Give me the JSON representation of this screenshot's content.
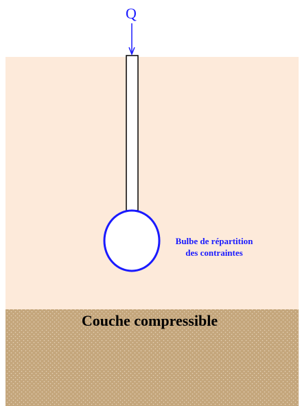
{
  "diagram": {
    "load_label": "Q",
    "bulb_label_line1": "Bulbe de répartition",
    "bulb_label_line2": "des contraintes",
    "layer_label": "Couche compressible"
  },
  "colors": {
    "soil": "#fdeada",
    "compressible_layer": "#c4a67c",
    "texture_dot": "#e6d3b8",
    "outline_blue": "#1a1aff",
    "pile_outline": "#000000"
  }
}
